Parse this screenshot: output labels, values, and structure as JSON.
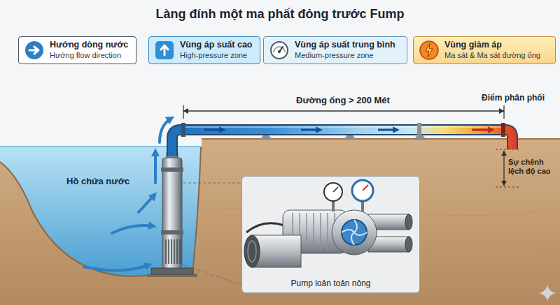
{
  "diagram": {
    "title": "Làng đính một ma phất đỏng trước Fump",
    "nodes": [
      {
        "text": [
          "Hướng dòng nước",
          "Hướng flow direction"
        ]
      },
      {
        "text": [
          "Vùng áp suất cao",
          "High-pressure zone"
        ]
      },
      {
        "text": [
          "Vùng áp suất trung bình",
          "Medium-pressure zone"
        ]
      },
      {
        "text": [
          "Vùng giảm áp",
          "Ma sát & Ma sát đường ống"
        ]
      },
      {
        "text": [
          "Pump loản toản nông"
        ]
      }
    ],
    "labels": [
      "Đường ống > 200 Mét",
      "Điểm phân phối",
      "Sự chênh lệch độ cao",
      "Hồ chứa nước"
    ]
  }
}
